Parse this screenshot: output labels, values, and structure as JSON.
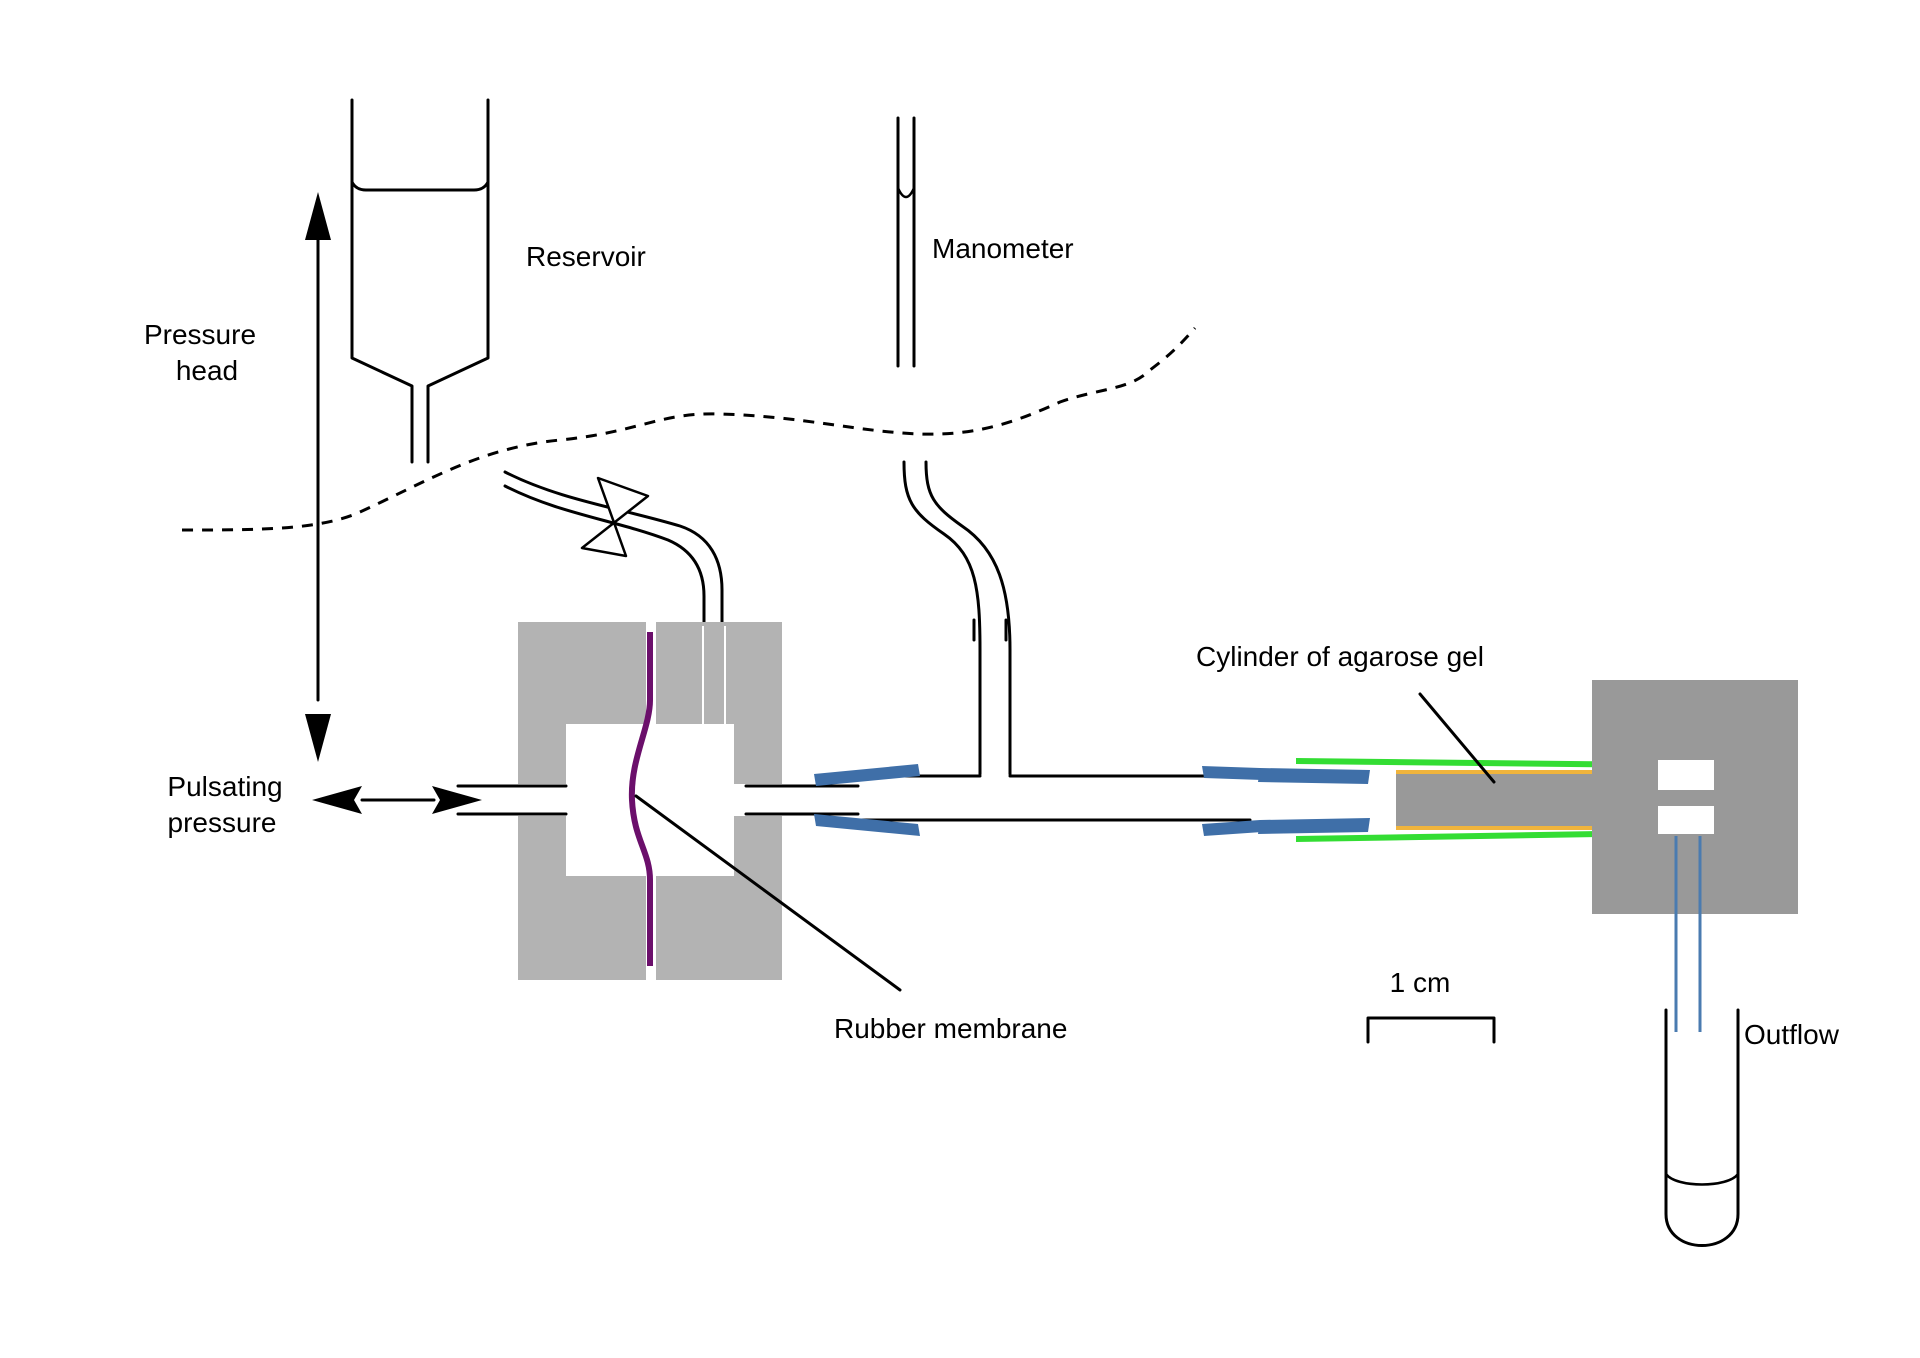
{
  "labels": {
    "reservoir": "Reservoir",
    "manometer": "Manometer",
    "pressure_head_line1": "Pressure",
    "pressure_head_line2": "head",
    "pulsating_line1": "Pulsating",
    "pulsating_line2": "pressure",
    "rubber_membrane": "Rubber membrane",
    "cylinder": "Cylinder of  agarose gel",
    "scale": "1 cm",
    "outflow": "Outflow"
  },
  "colors": {
    "housing": "#b3b3b3",
    "outflow_block": "#999999",
    "membrane": "#6b0f6b",
    "clamp": "#3f6fa8",
    "sleeve": "#33dd33",
    "gel": "#999999",
    "gel_edge": "#f0b43c",
    "outflow_tube": "#4a7bb0"
  }
}
